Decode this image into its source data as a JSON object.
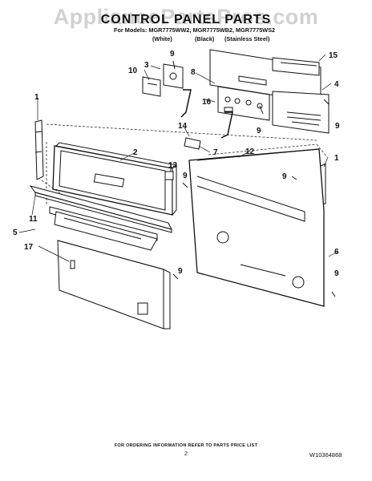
{
  "watermark": "AppliancePartsPros.com",
  "header": {
    "title": "CONTROL PANEL PARTS",
    "models": "For Models: MGR7775WW2, MGR7775WB2, MGR7775WS2",
    "colors": [
      "(White)",
      "(Black)",
      "(Stainless Steel)"
    ]
  },
  "callouts": [
    "1",
    "2",
    "3",
    "4",
    "5",
    "6",
    "7",
    "8",
    "9",
    "9",
    "9",
    "9",
    "9",
    "9",
    "9",
    "10",
    "11",
    "12",
    "13",
    "14",
    "15",
    "16",
    "17",
    "1"
  ],
  "footer": {
    "note": "FOR ORDERING INFORMATION REFER TO PARTS PRICE LIST",
    "page": "2",
    "doc": "W10364868"
  }
}
